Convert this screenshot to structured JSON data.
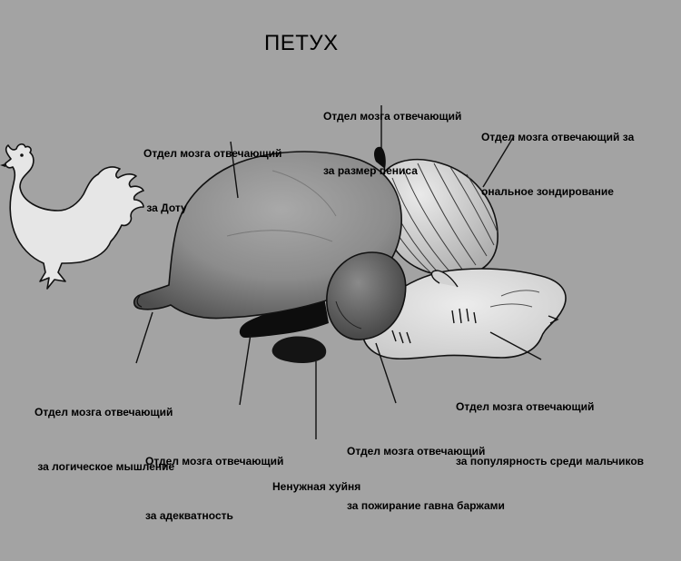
{
  "diagram": {
    "title": "ПЕТУХ",
    "labels": {
      "dota": [
        "Отдел мозга отвечающий",
        " за Доту"
      ],
      "penis": [
        "Отдел мозга отвечающий",
        "за размер пениса"
      ],
      "probing": [
        "Отдел мозга отвечающий за",
        "ональное зондирование"
      ],
      "logic": [
        "Отдел мозга отвечающий",
        " за логическое мышление"
      ],
      "popularity": [
        "Отдел мозга отвечающий",
        "за популярность среди мальчиков"
      ],
      "adequacy": [
        "Отдел мозга отвечающий",
        "за адекватность"
      ],
      "barges": [
        "Отдел мозга отвечающий",
        "за пожирание гавна баржами"
      ],
      "useless": [
        "Ненужная хуйня"
      ]
    },
    "icons": [
      "rooster-icon"
    ],
    "colors": {
      "background": "#a3a3a3",
      "rooster_fill": "#e6e6e6",
      "cerebrum": "#8c8c8c",
      "cerebellum": "#cfcfcf",
      "brainstem": "#d9d9d9",
      "optic_lobe": "#6e6e6e",
      "dark_parts": "#0d0d0d"
    }
  }
}
